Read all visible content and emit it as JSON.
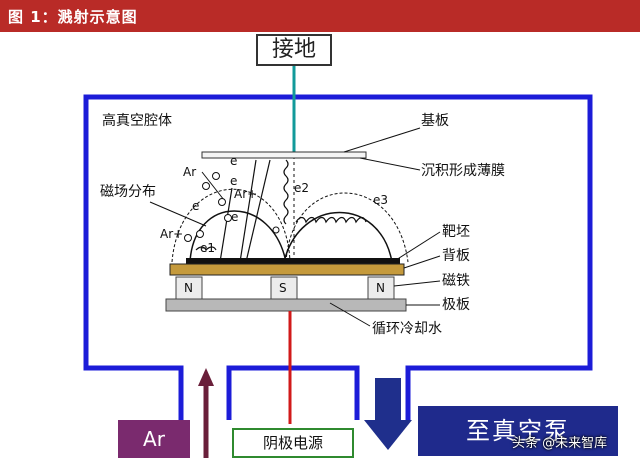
{
  "figure_title": "图 1：溅射示意图",
  "labels": {
    "ground": "接地",
    "chamber": "高真空腔体",
    "substrate": "基板",
    "deposited_film": "沉积形成薄膜",
    "magnetic_field": "磁场分布",
    "target": "靶坯",
    "backing_plate": "背板",
    "magnet": "磁铁",
    "pole_plate": "极板",
    "cooling_water": "循环冷却水",
    "cathode_power": "阴极电源",
    "to_vacuum": "至真空泵",
    "argon_inlet": "Ar",
    "e": "e",
    "e1": "e1",
    "e2": "e2",
    "e3": "e3",
    "ar": "Ar",
    "ar_plus": "Ar+",
    "magnet_n": "N",
    "magnet_s": "S"
  },
  "watermark": "头条 @未来智库",
  "colors": {
    "header": "#b92b27",
    "chamber_wall": "#1c1cd8",
    "ground_wire": "#119a9a",
    "cathode_wire": "#d11a1a",
    "backing_plate": "#c59a3c",
    "pole_plate": "#b8b8b8",
    "magnet": "#ececec",
    "pump_box": "#1f2a8c",
    "argon_box": "#7a2a6e",
    "argon_arrow": "#6a1f3a"
  }
}
